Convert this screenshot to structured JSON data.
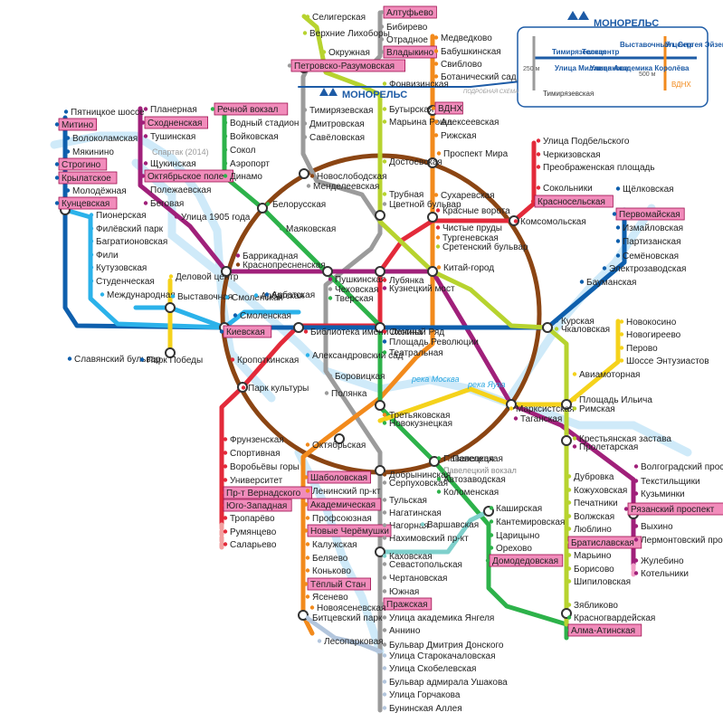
{
  "colors": {
    "line1": "#e32a3a",
    "line2": "#2db24a",
    "line3": "#0e5fad",
    "line4": "#2bb2ea",
    "line5": "#8b4513",
    "line6": "#f28a1c",
    "line7": "#a0207a",
    "line8": "#f5d21b",
    "line9": "#9b9b9b",
    "line10": "#b7d32f",
    "line11": "#7fd0cc",
    "line12": "#b3c6dd",
    "monorail": "#1d5ba6",
    "highlight": "#f18cbb",
    "river": "#cfeaf9",
    "muted": "#f2a0a0"
  },
  "legend": {
    "brand": "МОНОРЕЛЬС",
    "stations": [
      "Тимирязевская",
      "Улица Милашенкова",
      "Телецентр",
      "Улица Академика Королёва",
      "Выставочный центр",
      "Ул. Сергея Эйзенштейна"
    ],
    "dist1": "250 м",
    "dist2": "500 м",
    "vdnh": "ВДНХ",
    "timiryazevskaya": "Тимирязевская"
  },
  "map_brand": "МОНОРЕЛЬС",
  "rivers": [
    "река Москва",
    "река Яуза"
  ],
  "notes": [
    "ПОДРОБНАЯ СХЕМА",
    "Павелецкий вокзал",
    "Спартак (2014)"
  ],
  "stations": {
    "line9": [
      "Алтуфьево",
      "Бибирево",
      "Отрадное",
      "Владыкино",
      "Петровско-Разумовская",
      "Тимирязевская",
      "Дмитровская",
      "Савёловская",
      "Менделеевская",
      "Цветной бульвар",
      "Чеховская",
      "Боровицкая",
      "Полянка",
      "Серпуховская",
      "Тульская",
      "Нагатинская",
      "Нагорная",
      "Нахимовский пр-кт",
      "Севастопольская",
      "Чертановская",
      "Южная",
      "Пражская",
      "Улица академика Янгеля",
      "Аннино",
      "Бульвар Дмитрия Донского"
    ],
    "line6": [
      "Медведково",
      "Бабушкинская",
      "Свиблово",
      "Ботанический сад",
      "ВДНХ",
      "Алексеевская",
      "Рижская",
      "Проспект Мира",
      "Сухаревская",
      "Тургеневская",
      "Китай-город",
      "Третьяковская",
      "Октябрьская",
      "Шаболовская",
      "Ленинский пр-кт",
      "Академическая",
      "Профсоюзная",
      "Новые Черёмушки",
      "Калужская",
      "Беляево",
      "Коньково",
      "Тёплый Стан",
      "Ясенево",
      "Новоясеневская"
    ],
    "line1": [
      "Улица Подбельского",
      "Черкизовская",
      "Преображенская площадь",
      "Сокольники",
      "Красносельская",
      "Комсомольская",
      "Красные ворота",
      "Чистые пруды",
      "Лубянка",
      "Охотный Ряд",
      "Библиотека имени Ленина",
      "Кропоткинская",
      "Парк культуры",
      "Фрунзенская",
      "Спортивная",
      "Воробьёвы горы",
      "Университет",
      "Пр-т Вернадского",
      "Юго-Западная",
      "Тропарёво",
      "Румянцево",
      "Саларьево"
    ],
    "line7": [
      "Планерная",
      "Сходненская",
      "Тушинская",
      "Щукинская",
      "Октябрьское поле",
      "Полежаевская",
      "Беговая",
      "Улица 1905 года",
      "Баррикадная",
      "Пушкинская",
      "Кузнецкий мост",
      "Таганская",
      "Пролетарская",
      "Волгоградский проспект",
      "Текстильщики",
      "Кузьминки",
      "Рязанский проспект",
      "Выхино",
      "Лермонтовский проспект",
      "Жулебино",
      "Котельники"
    ],
    "line2": [
      "Речной вокзал",
      "Водный стадион",
      "Войковская",
      "Сокол",
      "Аэропорт",
      "Динамо",
      "Белорусская",
      "Маяковская",
      "Тверская",
      "Театральная",
      "Новокузнецкая",
      "Павелецкая",
      "Автозаводская",
      "Коломенская",
      "Каширская",
      "Кантемировская",
      "Царицыно",
      "Орехово",
      "Домодедовская",
      "Красногвардейская",
      "Алма-Атинская"
    ],
    "line3": [
      "Пятницкое шоссе",
      "Митино",
      "Волоколамская",
      "Мякинино",
      "Строгино",
      "Крылатское",
      "Молодёжная",
      "Кунцевская",
      "Славянский бульвар",
      "Парк Победы",
      "Киевская",
      "Смоленская",
      "Арбатская",
      "Площадь Революции",
      "Курская",
      "Бауманская",
      "Электрозаводская",
      "Семёновская",
      "Партизанская",
      "Измайловская",
      "Первомайская",
      "Щёлковская"
    ],
    "line4": [
      "Пионерская",
      "Филёвский парк",
      "Багратионовская",
      "Фили",
      "Кутузовская",
      "Студенческая",
      "Международная",
      "Выставочная",
      "Смоленская",
      "Арбатская",
      "Александровский сад"
    ],
    "line5": [
      "Новослободская",
      "Белорусская",
      "Краснопресненская",
      "Киевская",
      "Парк культуры",
      "Октябрьская",
      "Добрынинская",
      "Павелецкая",
      "Таганская",
      "Курская",
      "Комсомольская",
      "Проспект Мира"
    ],
    "line8": [
      "Новокосино",
      "Новогиреево",
      "Перово",
      "Шоссе Энтузиастов",
      "Авиамоторная",
      "Площадь Ильича",
      "Марксистская",
      "Третьяковская",
      "Деловой центр",
      "Парк Победы"
    ],
    "line10": [
      "Селигерская",
      "Верхние Лихоборы",
      "Окружная",
      "Фонвизинская",
      "Бутырская",
      "Марьина Роща",
      "Достоевская",
      "Трубная",
      "Сретенский бульвар",
      "Чкаловская",
      "Римская",
      "Крестьянская застава",
      "Дубровка",
      "Кожуховская",
      "Печатники",
      "Волжская",
      "Люблино",
      "Братиславская",
      "Марьино",
      "Борисово",
      "Шипиловская",
      "Зябликово"
    ],
    "line11": [
      "Каширская",
      "Варшавская",
      "Каховская"
    ],
    "line12": [
      "Битцевский парк",
      "Лесопарковая",
      "Улица Старокачаловская",
      "Улица Скобелевская",
      "Бульвар адмирала Ушакова",
      "Улица Горчакова",
      "Бунинская Аллея"
    ]
  }
}
